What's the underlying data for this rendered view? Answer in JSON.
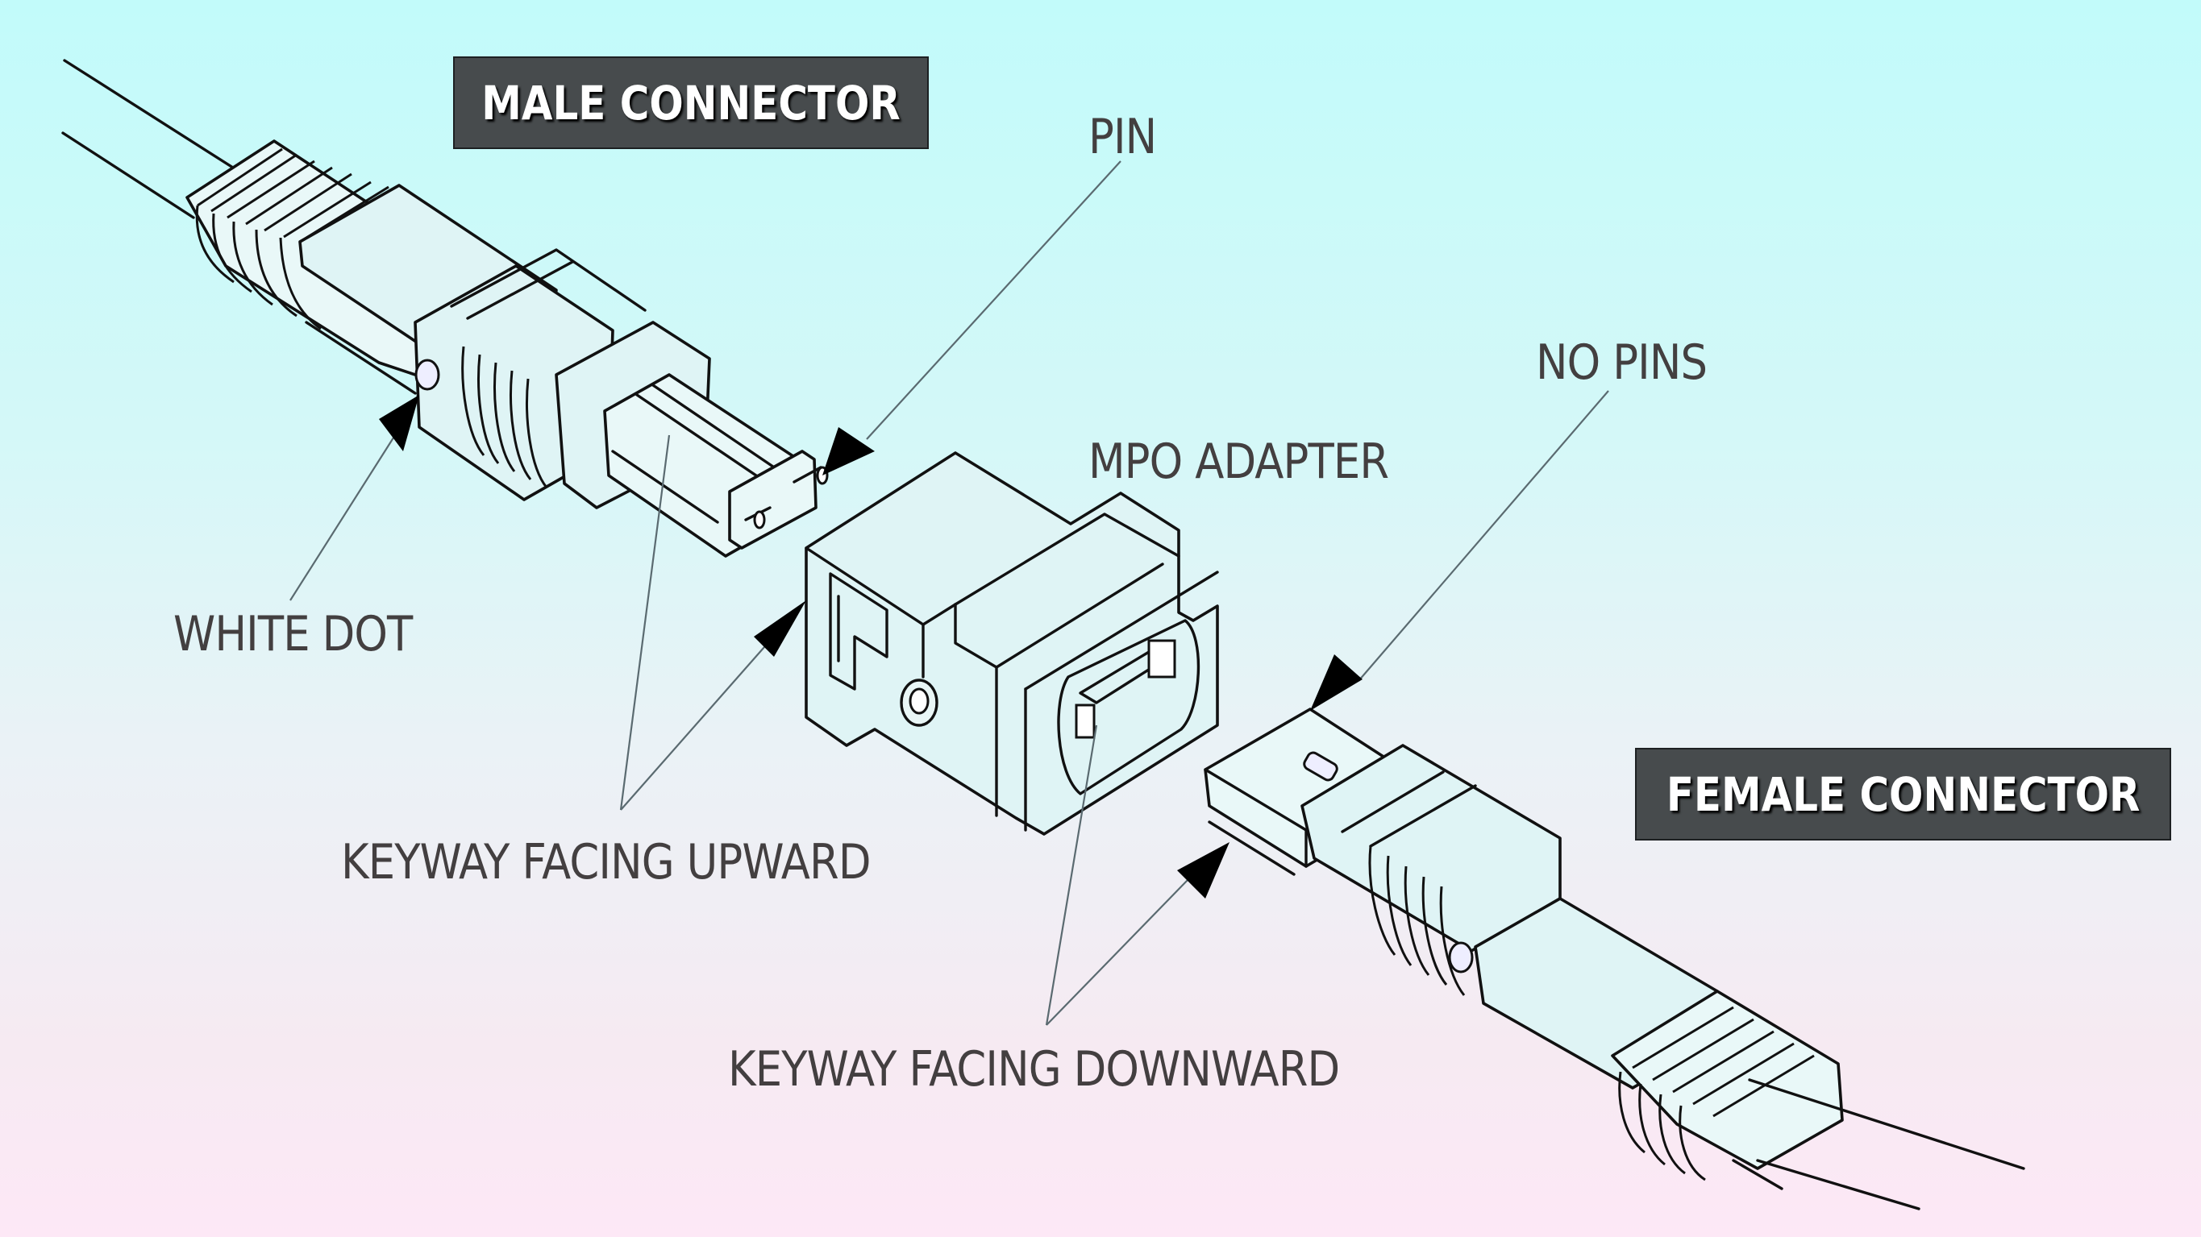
{
  "diagram": {
    "subject": "MPO connector mating: male connector, MPO adapter, female connector",
    "colors": {
      "tag_background": "#474b4d",
      "tag_text": "#ffffff",
      "label_text": "#433f40",
      "line_art": "#111111",
      "background_top": "#c2fbfa",
      "background_bottom": "#fde8f6"
    },
    "tags": {
      "male_connector": "MALE CONNECTOR",
      "female_connector": "FEMALE CONNECTOR"
    },
    "labels": {
      "pin": "PIN",
      "no_pins": "NO PINS",
      "mpo_adapter": "MPO ADAPTER",
      "white_dot": "WHITE DOT",
      "keyway_up": "KEYWAY FACING UPWARD",
      "keyway_down": "KEYWAY FACING DOWNWARD"
    },
    "components": [
      {
        "id": "male",
        "name": "Male connector",
        "features": [
          "pins",
          "white dot",
          "keyway facing upward"
        ]
      },
      {
        "id": "adapter",
        "name": "MPO adapter"
      },
      {
        "id": "female",
        "name": "Female connector",
        "features": [
          "no pins",
          "keyway facing downward"
        ]
      }
    ]
  }
}
